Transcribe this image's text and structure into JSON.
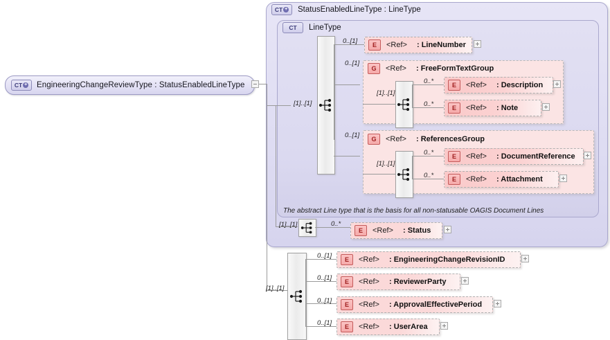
{
  "diagram": {
    "kind": "xml-schema-diagram",
    "root": {
      "badge": "CT",
      "badge_icon": "complextype-plus-icon",
      "label": "EngineeringChangeReviewType : StatusEnabledLineType",
      "toggle": "minus"
    },
    "outer_container": {
      "badge": "CT",
      "badge_icon": "complextype-plus-icon",
      "label": "StatusEnabledLineType : LineType"
    },
    "inner_container": {
      "badge": "CT",
      "badge_icon": "complextype-icon",
      "label": "LineType",
      "annotation": "The abstract Line type that is the basis for all non-statusable OAGIS Document Lines"
    },
    "groups": {
      "freeformtext": {
        "badge": "G",
        "badge_icon": "group-icon",
        "ref": "<Ref>",
        "name": ": FreeFormTextGroup",
        "cardinality_outer": "0..[1]",
        "cardinality_seq": "[1]..[1]",
        "children": [
          {
            "badge": "E",
            "ref": "<Ref>",
            "name": ": Description",
            "cardinality": "0..*"
          },
          {
            "badge": "E",
            "ref": "<Ref>",
            "name": ": Note",
            "cardinality": "0..*"
          }
        ]
      },
      "references": {
        "badge": "G",
        "badge_icon": "group-icon",
        "ref": "<Ref>",
        "name": ": ReferencesGroup",
        "cardinality_outer": "0..[1]",
        "cardinality_seq": "[1]..[1]",
        "children": [
          {
            "badge": "E",
            "ref": "<Ref>",
            "name": ": DocumentReference",
            "cardinality": "0..*"
          },
          {
            "badge": "E",
            "ref": "<Ref>",
            "name": ": Attachment",
            "cardinality": "0..*"
          }
        ]
      }
    },
    "line_number": {
      "badge": "E",
      "ref": "<Ref>",
      "name": ": LineNumber",
      "cardinality": "0..[1]"
    },
    "inner_sequence_cardinality": "[1]..[1]",
    "status": {
      "badge": "E",
      "ref": "<Ref>",
      "name": ": Status",
      "cardinality": "0..*",
      "sequence_cardinality": "[1]..[1]"
    },
    "bottom_sequence_cardinality": "[1]..[1]",
    "bottom_elements": [
      {
        "badge": "E",
        "ref": "<Ref>",
        "name": ": EngineeringChangeRevisionID",
        "cardinality": "0..[1]"
      },
      {
        "badge": "E",
        "ref": "<Ref>",
        "name": ": ReviewerParty",
        "cardinality": "0..[1]"
      },
      {
        "badge": "E",
        "ref": "<Ref>",
        "name": ": ApprovalEffectivePeriod",
        "cardinality": "0..[1]"
      },
      {
        "badge": "E",
        "ref": "<Ref>",
        "name": ": UserArea",
        "cardinality": "0..[1]"
      }
    ],
    "colors": {
      "element_badge": "#f5a9a9",
      "element_badge_border": "#c45a5a",
      "group_bg": "#fbe4e4",
      "complextype_bg": "#dedcf2",
      "line": "#9a9a9a"
    }
  }
}
